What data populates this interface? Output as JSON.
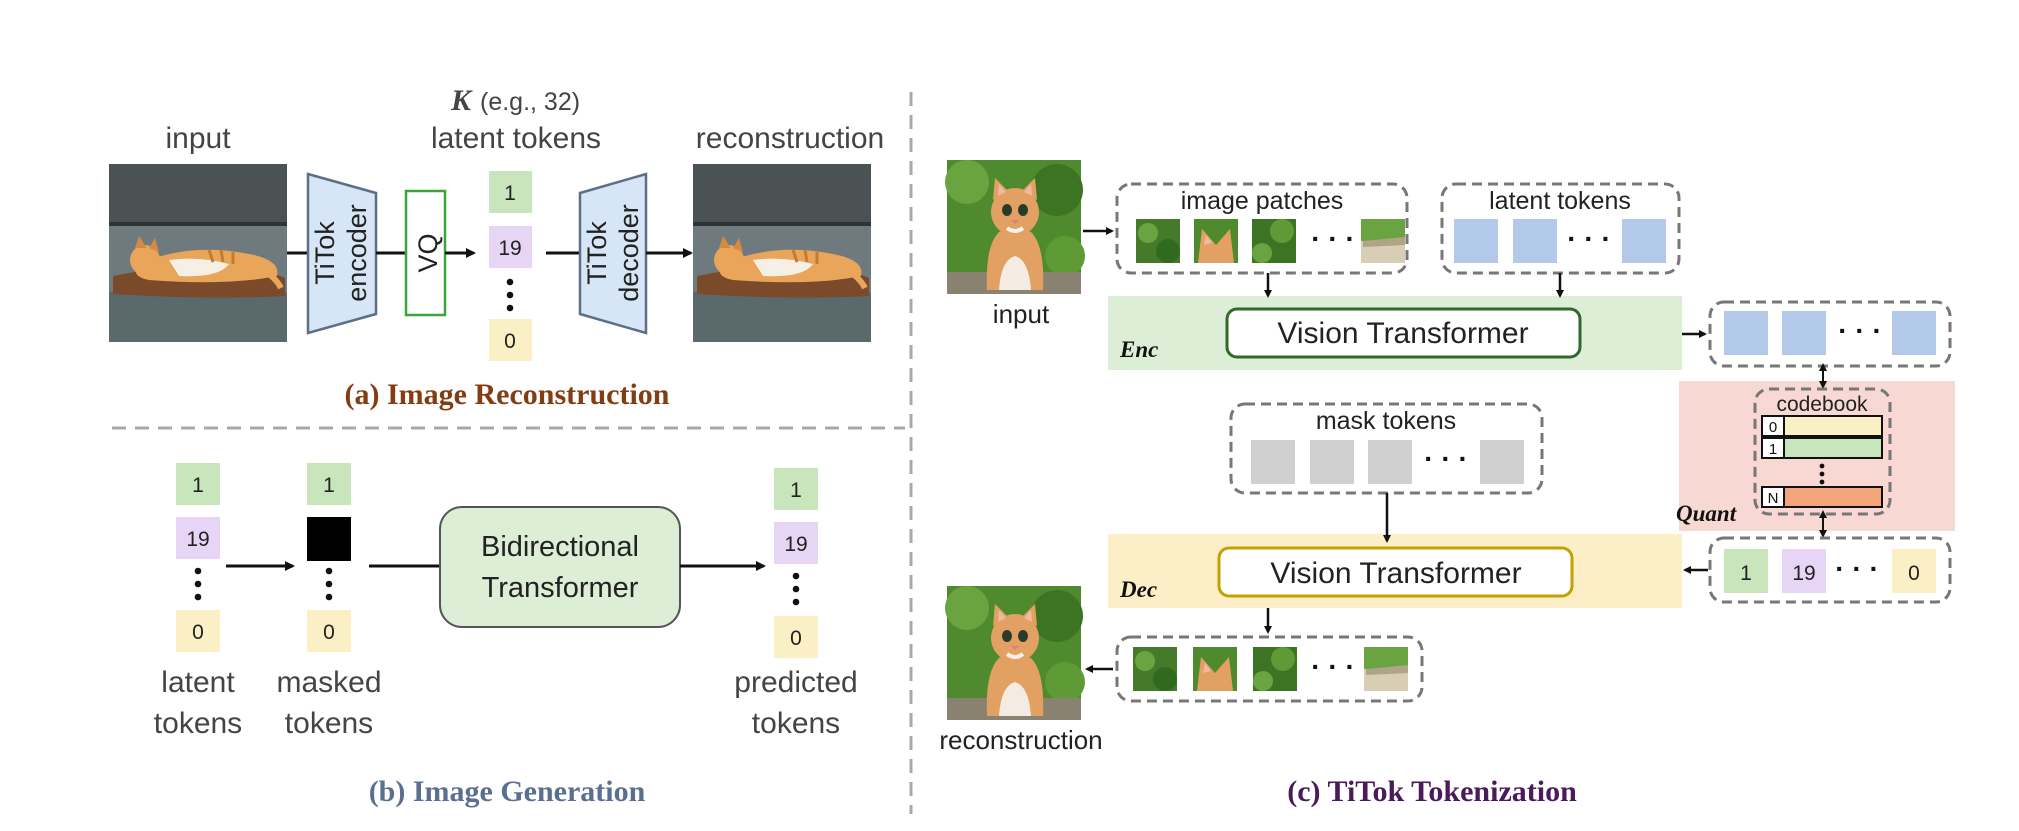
{
  "colors": {
    "green_token": "#c9e5bb",
    "purple_token": "#e6d5f5",
    "yellow_token": "#fbefc6",
    "blue_token": "#b3c9ea",
    "gray_token": "#d0d0d0",
    "title_a": "#843c12",
    "title_b": "#5a7090",
    "title_c": "#4a1a5a",
    "enc_band": "#dcefd6",
    "dec_band": "#fcefc8",
    "quant_band": "#f8d8d2",
    "vit_enc_border": "#2f6a2a",
    "vit_dec_border": "#c4a000",
    "encoder_fill": "#d6e6f6",
    "vq_border": "#3aa63a"
  },
  "panel_a": {
    "title": "(a) Image Reconstruction",
    "input_label": "input",
    "encoder_label_1": "TiTok",
    "encoder_label_2": "encoder",
    "vq_label": "VQ",
    "k_symbol": "K",
    "k_note": "(e.g., 32)",
    "latent_label": "latent tokens",
    "tokens": [
      "1",
      "19",
      "0"
    ],
    "decoder_label_1": "TiTok",
    "decoder_label_2": "decoder",
    "recon_label": "reconstruction"
  },
  "panel_b": {
    "title": "(b) Image Generation",
    "latent_tokens": [
      "1",
      "19",
      "0"
    ],
    "masked_tokens": [
      "1",
      "0"
    ],
    "predicted_tokens": [
      "1",
      "19",
      "0"
    ],
    "transformer_line_1": "Bidirectional",
    "transformer_line_2": "Transformer",
    "latent_label_1": "latent",
    "latent_label_2": "tokens",
    "masked_label_1": "masked",
    "masked_label_2": "tokens",
    "predicted_label_1": "predicted",
    "predicted_label_2": "tokens"
  },
  "panel_c": {
    "title": "(c) TiTok Tokenization",
    "input_label": "input",
    "image_patches_label": "image patches",
    "latent_tokens_label": "latent tokens",
    "enc_vit_label": "Vision Transformer",
    "enc_label": "Enc",
    "codebook_label": "codebook",
    "codebook_rows": [
      "0",
      "1",
      "N"
    ],
    "quant_label": "Quant",
    "mask_tokens_label": "mask tokens",
    "dec_vit_label": "Vision Transformer",
    "dec_label": "Dec",
    "quant_tokens": [
      "1",
      "19",
      "0"
    ],
    "recon_label": "reconstruction",
    "ellipsis": "· · ·"
  }
}
